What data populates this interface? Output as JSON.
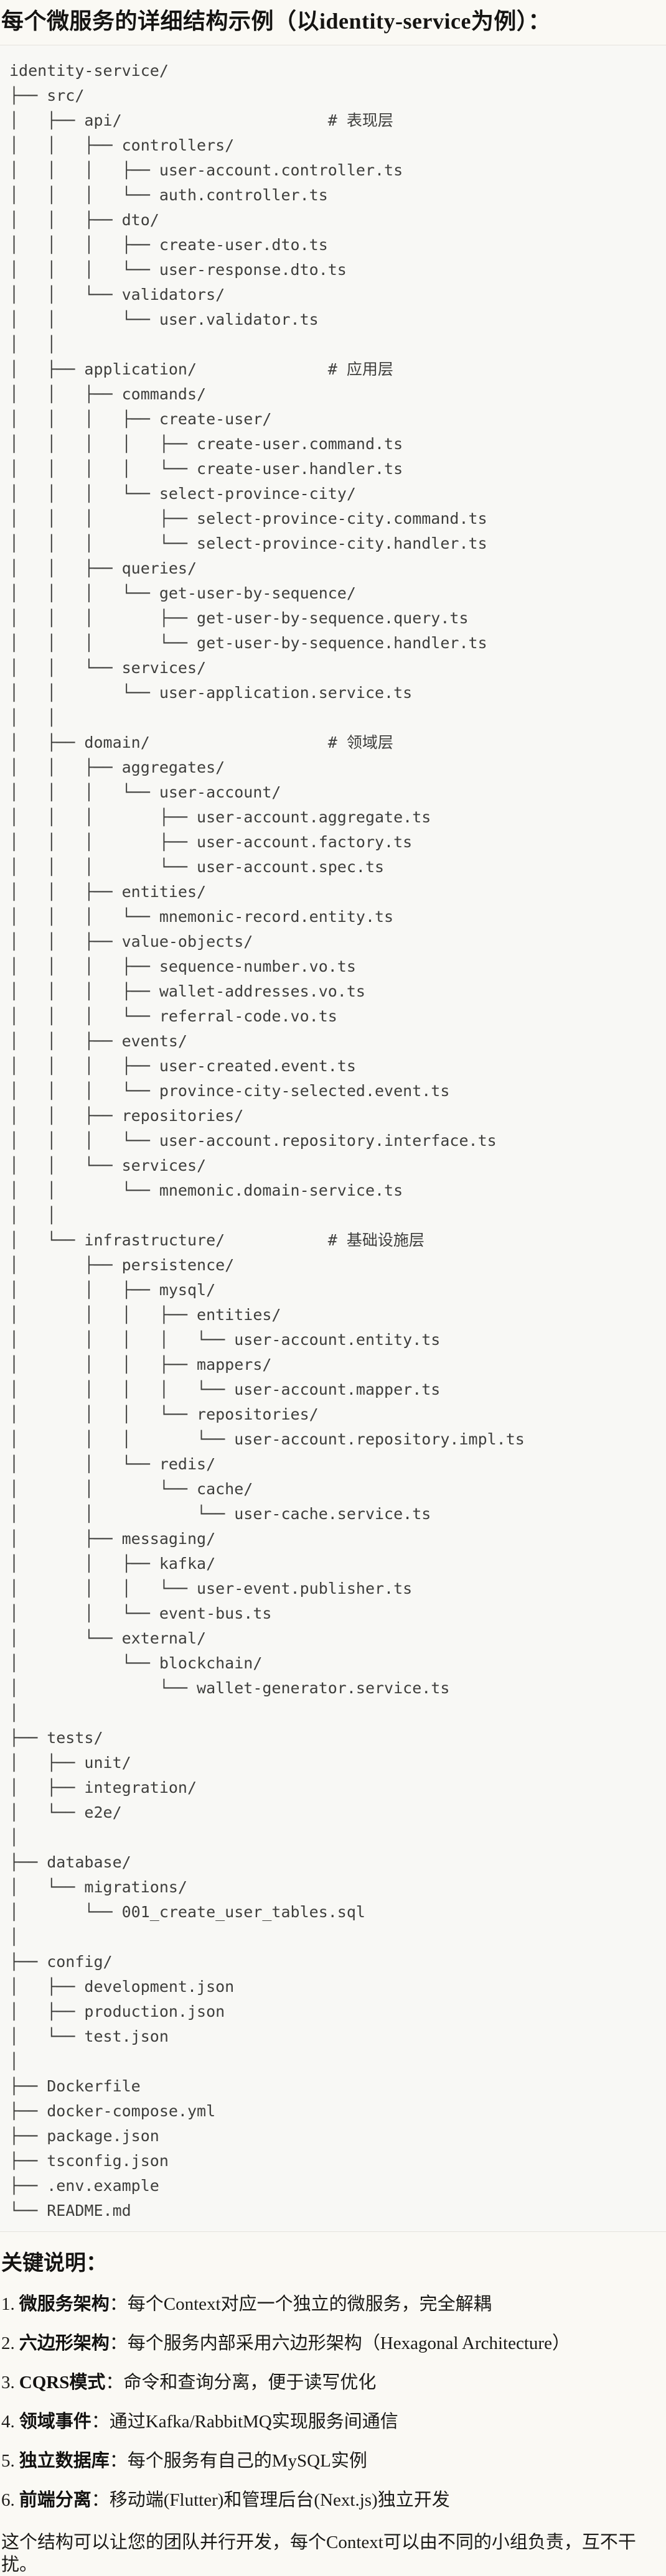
{
  "page": {
    "title": "每个微服务的详细结构示例（以identity-service为例）：",
    "background_color": "#FAF9F4"
  },
  "code_block": {
    "background_color": "#F8F8F5",
    "text_color": "#3E3E3C",
    "divider_color": "#E5E3DD",
    "lines": [
      "identity-service/",
      "├── src/",
      "│   ├── api/                      # 表现层",
      "│   │   ├── controllers/",
      "│   │   │   ├── user-account.controller.ts",
      "│   │   │   └── auth.controller.ts",
      "│   │   ├── dto/",
      "│   │   │   ├── create-user.dto.ts",
      "│   │   │   └── user-response.dto.ts",
      "│   │   └── validators/",
      "│   │       └── user.validator.ts",
      "│   │",
      "│   ├── application/              # 应用层",
      "│   │   ├── commands/",
      "│   │   │   ├── create-user/",
      "│   │   │   │   ├── create-user.command.ts",
      "│   │   │   │   └── create-user.handler.ts",
      "│   │   │   └── select-province-city/",
      "│   │   │       ├── select-province-city.command.ts",
      "│   │   │       └── select-province-city.handler.ts",
      "│   │   ├── queries/",
      "│   │   │   └── get-user-by-sequence/",
      "│   │   │       ├── get-user-by-sequence.query.ts",
      "│   │   │       └── get-user-by-sequence.handler.ts",
      "│   │   └── services/",
      "│   │       └── user-application.service.ts",
      "│   │",
      "│   ├── domain/                   # 领域层",
      "│   │   ├── aggregates/",
      "│   │   │   └── user-account/",
      "│   │   │       ├── user-account.aggregate.ts",
      "│   │   │       ├── user-account.factory.ts",
      "│   │   │       └── user-account.spec.ts",
      "│   │   ├── entities/",
      "│   │   │   └── mnemonic-record.entity.ts",
      "│   │   ├── value-objects/",
      "│   │   │   ├── sequence-number.vo.ts",
      "│   │   │   ├── wallet-addresses.vo.ts",
      "│   │   │   └── referral-code.vo.ts",
      "│   │   ├── events/",
      "│   │   │   ├── user-created.event.ts",
      "│   │   │   └── province-city-selected.event.ts",
      "│   │   ├── repositories/",
      "│   │   │   └── user-account.repository.interface.ts",
      "│   │   └── services/",
      "│   │       └── mnemonic.domain-service.ts",
      "│   │",
      "│   └── infrastructure/           # 基础设施层",
      "│       ├── persistence/",
      "│       │   ├── mysql/",
      "│       │   │   ├── entities/",
      "│       │   │   │   └── user-account.entity.ts",
      "│       │   │   ├── mappers/",
      "│       │   │   │   └── user-account.mapper.ts",
      "│       │   │   └── repositories/",
      "│       │   │       └── user-account.repository.impl.ts",
      "│       │   └── redis/",
      "│       │       └── cache/",
      "│       │           └── user-cache.service.ts",
      "│       ├── messaging/",
      "│       │   ├── kafka/",
      "│       │   │   └── user-event.publisher.ts",
      "│       │   └── event-bus.ts",
      "│       └── external/",
      "│           └── blockchain/",
      "│               └── wallet-generator.service.ts",
      "│",
      "├── tests/",
      "│   ├── unit/",
      "│   ├── integration/",
      "│   └── e2e/",
      "│",
      "├── database/",
      "│   └── migrations/",
      "│       └── 001_create_user_tables.sql",
      "│",
      "├── config/",
      "│   ├── development.json",
      "│   ├── production.json",
      "│   └── test.json",
      "│",
      "├── Dockerfile",
      "├── docker-compose.yml",
      "├── package.json",
      "├── tsconfig.json",
      "├── .env.example",
      "└── README.md"
    ]
  },
  "notes": {
    "heading": "关键说明：",
    "items": [
      {
        "num": "1.",
        "term": "微服务架构",
        "desc": "：每个Context对应一个独立的微服务，完全解耦"
      },
      {
        "num": "2.",
        "term": "六边形架构",
        "desc": "：每个服务内部采用六边形架构（Hexagonal Architecture）"
      },
      {
        "num": "3.",
        "term": "CQRS模式",
        "desc": "：命令和查询分离，便于读写优化"
      },
      {
        "num": "4.",
        "term": "领域事件",
        "desc": "：通过Kafka/RabbitMQ实现服务间通信"
      },
      {
        "num": "5.",
        "term": "独立数据库",
        "desc": "：每个服务有自己的MySQL实例"
      },
      {
        "num": "6.",
        "term": "前端分离",
        "desc": "：移动端(Flutter)和管理后台(Next.js)独立开发"
      }
    ],
    "closing": "这个结构可以让您的团队并行开发，每个Context可以由不同的小组负责，互不干扰。"
  }
}
